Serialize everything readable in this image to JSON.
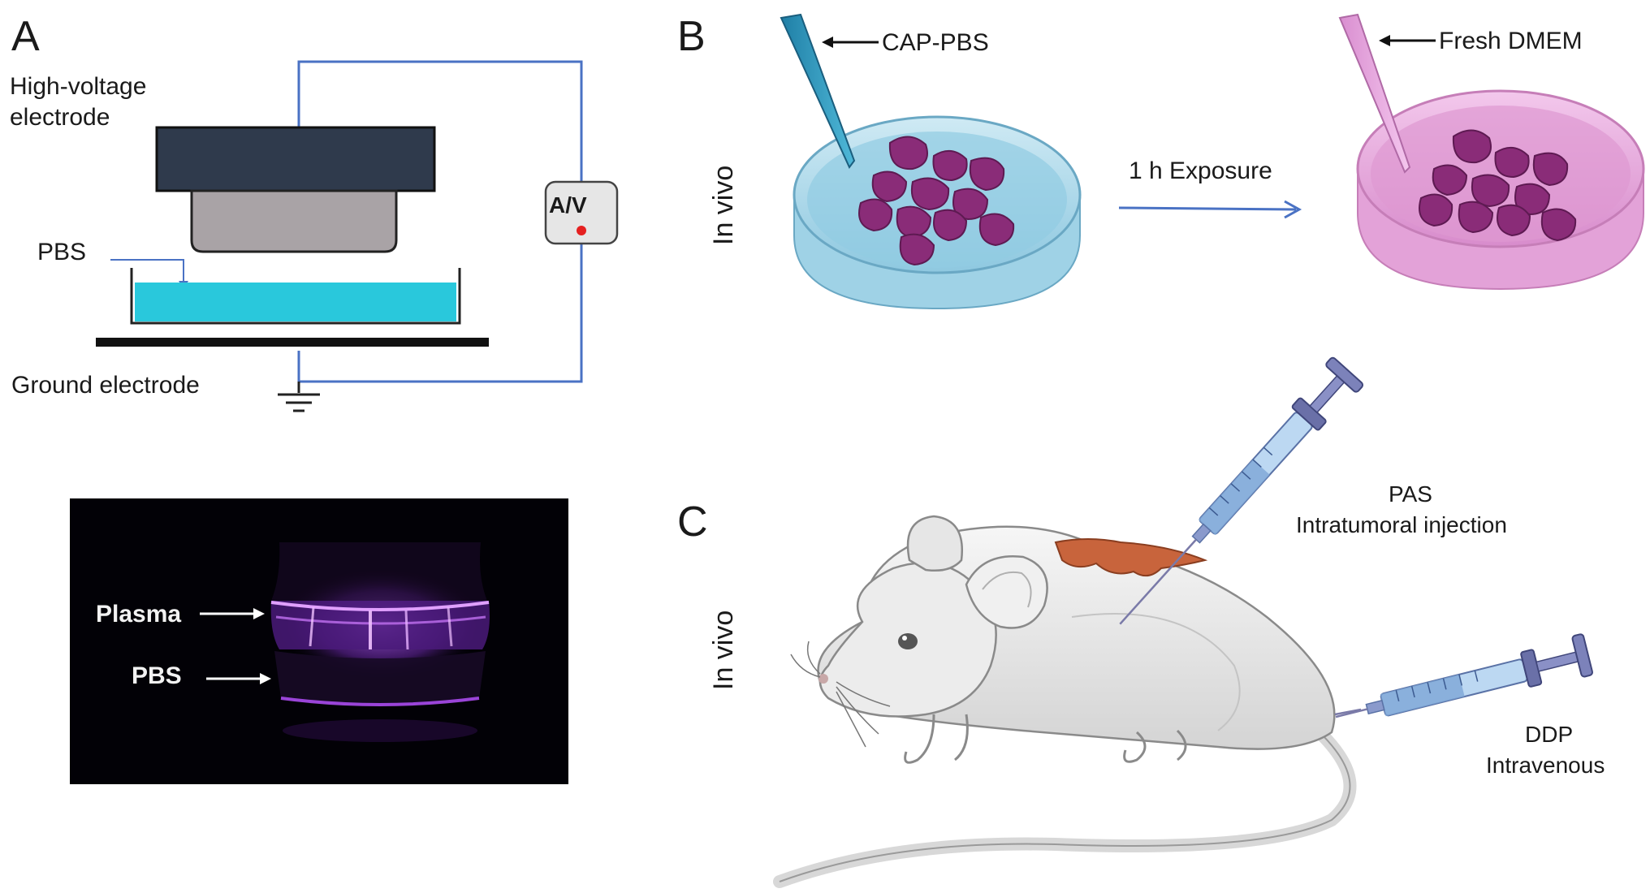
{
  "panels": {
    "a": {
      "letter": "A",
      "high_voltage_line1": "High-voltage",
      "high_voltage_line2": "electrode",
      "pbs": "PBS",
      "ground": "Ground electrode",
      "meter": "A/V",
      "photo_plasma": "Plasma",
      "photo_pbs": "PBS"
    },
    "b": {
      "letter": "B",
      "side_label": "In vivo",
      "pipette_left": "CAP-PBS",
      "pipette_right": "Fresh DMEM",
      "exposure": "1 h Exposure"
    },
    "c": {
      "letter": "C",
      "side_label": "In vivo",
      "pas_line1": "PAS",
      "pas_line2": "Intratumoral injection",
      "ddp_line1": "DDP",
      "ddp_line2": "Intravenous"
    }
  },
  "colors": {
    "wire": "#4a72c4",
    "electrode_dark": "#2f3a4c",
    "electrode_grey": "#a9a3a6",
    "pbs_fill": "#29c8dc",
    "dish_blue": "#a8d8ea",
    "dish_pink": "#e7a6da",
    "cell": "#8a2c78",
    "tumor": "#c8643c",
    "plasma_glow": "#a04ce0"
  }
}
